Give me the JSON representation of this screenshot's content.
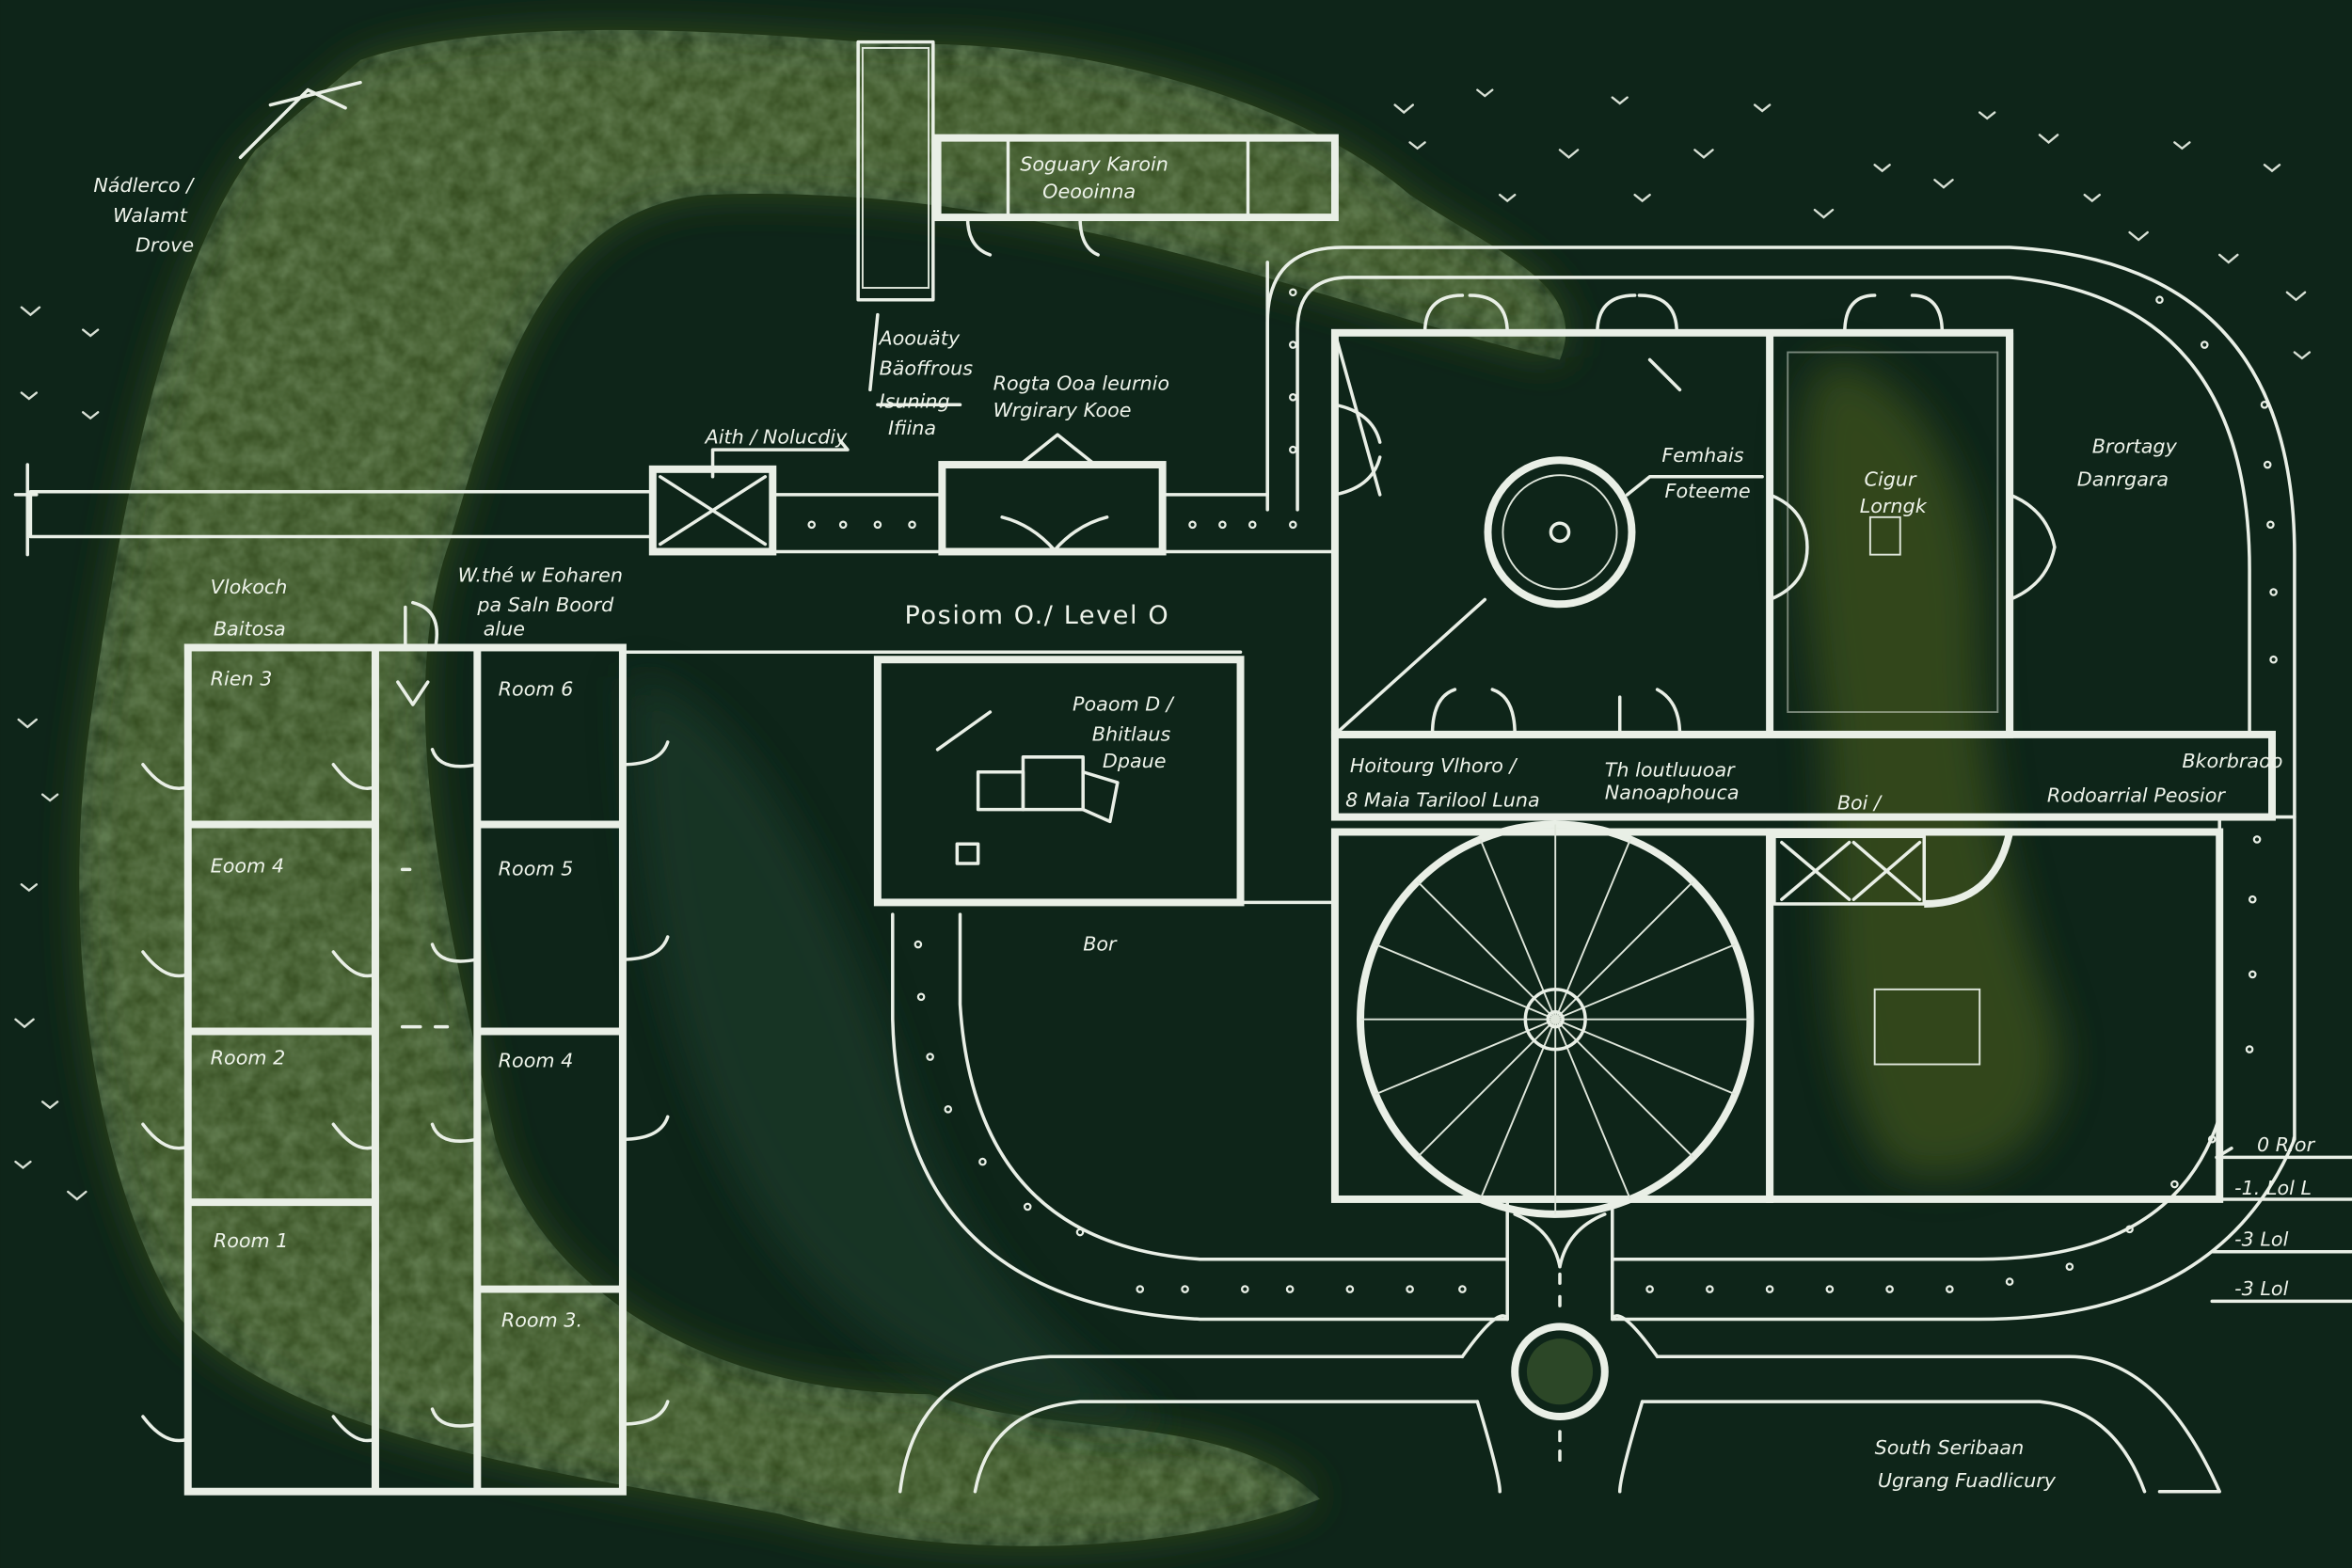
{
  "title": "Posiom O./ Level O",
  "colors": {
    "background": "#0e2519",
    "forest": "#34502a",
    "chalk": "#e9efe6"
  },
  "labels": {
    "north_note": [
      "Nádlerco /",
      "Walamt",
      "Drove"
    ],
    "top_room": [
      "Soguary Karoin",
      "Oeooinna"
    ],
    "north_wing": [
      "Aoouäty",
      "Bäoffrous",
      "Isuning",
      "Ifiina"
    ],
    "reception": [
      "Rogta Ooa leurnio",
      "Wrgirary Kooe"
    ],
    "entry": "Aith / Nolucdiy",
    "west_note": [
      "Vlokoch",
      "Baitosa"
    ],
    "west_entrance": [
      "W.thé w Eoharen",
      "pa Saln Boord",
      "alue"
    ],
    "center_room": [
      "Poaom D /",
      "Bhitlaus",
      "Dpaue"
    ],
    "fountain": [
      "Femhais",
      "Foteeme"
    ],
    "lounge": [
      "Cigur",
      "Lorngk"
    ],
    "east_room": [
      "Brortagy",
      "Danrgara"
    ],
    "corridor_left": [
      "Hoitourg Vlhoro /",
      "8 Maia Tarilool Luna"
    ],
    "corridor_mid": [
      "Th loutluuoar",
      "Nanoaphouca"
    ],
    "bar_upper": "Boi /",
    "corridor_right": [
      "Bkorbraoo",
      "Rodoarrial Peosior"
    ],
    "bar_lower": "Bor",
    "south_note": [
      "South Seribaan",
      "Ugrang Fuadlicury"
    ]
  },
  "rooms": [
    "Rien 3",
    "Room 6",
    "Eoom 4",
    "Room 5",
    "Room 2",
    "Room 4",
    "Room 1",
    "Room 3."
  ],
  "legend": [
    "0 Rlor",
    "-1. Lol L",
    "-3 Lol",
    "-3 Lol"
  ]
}
